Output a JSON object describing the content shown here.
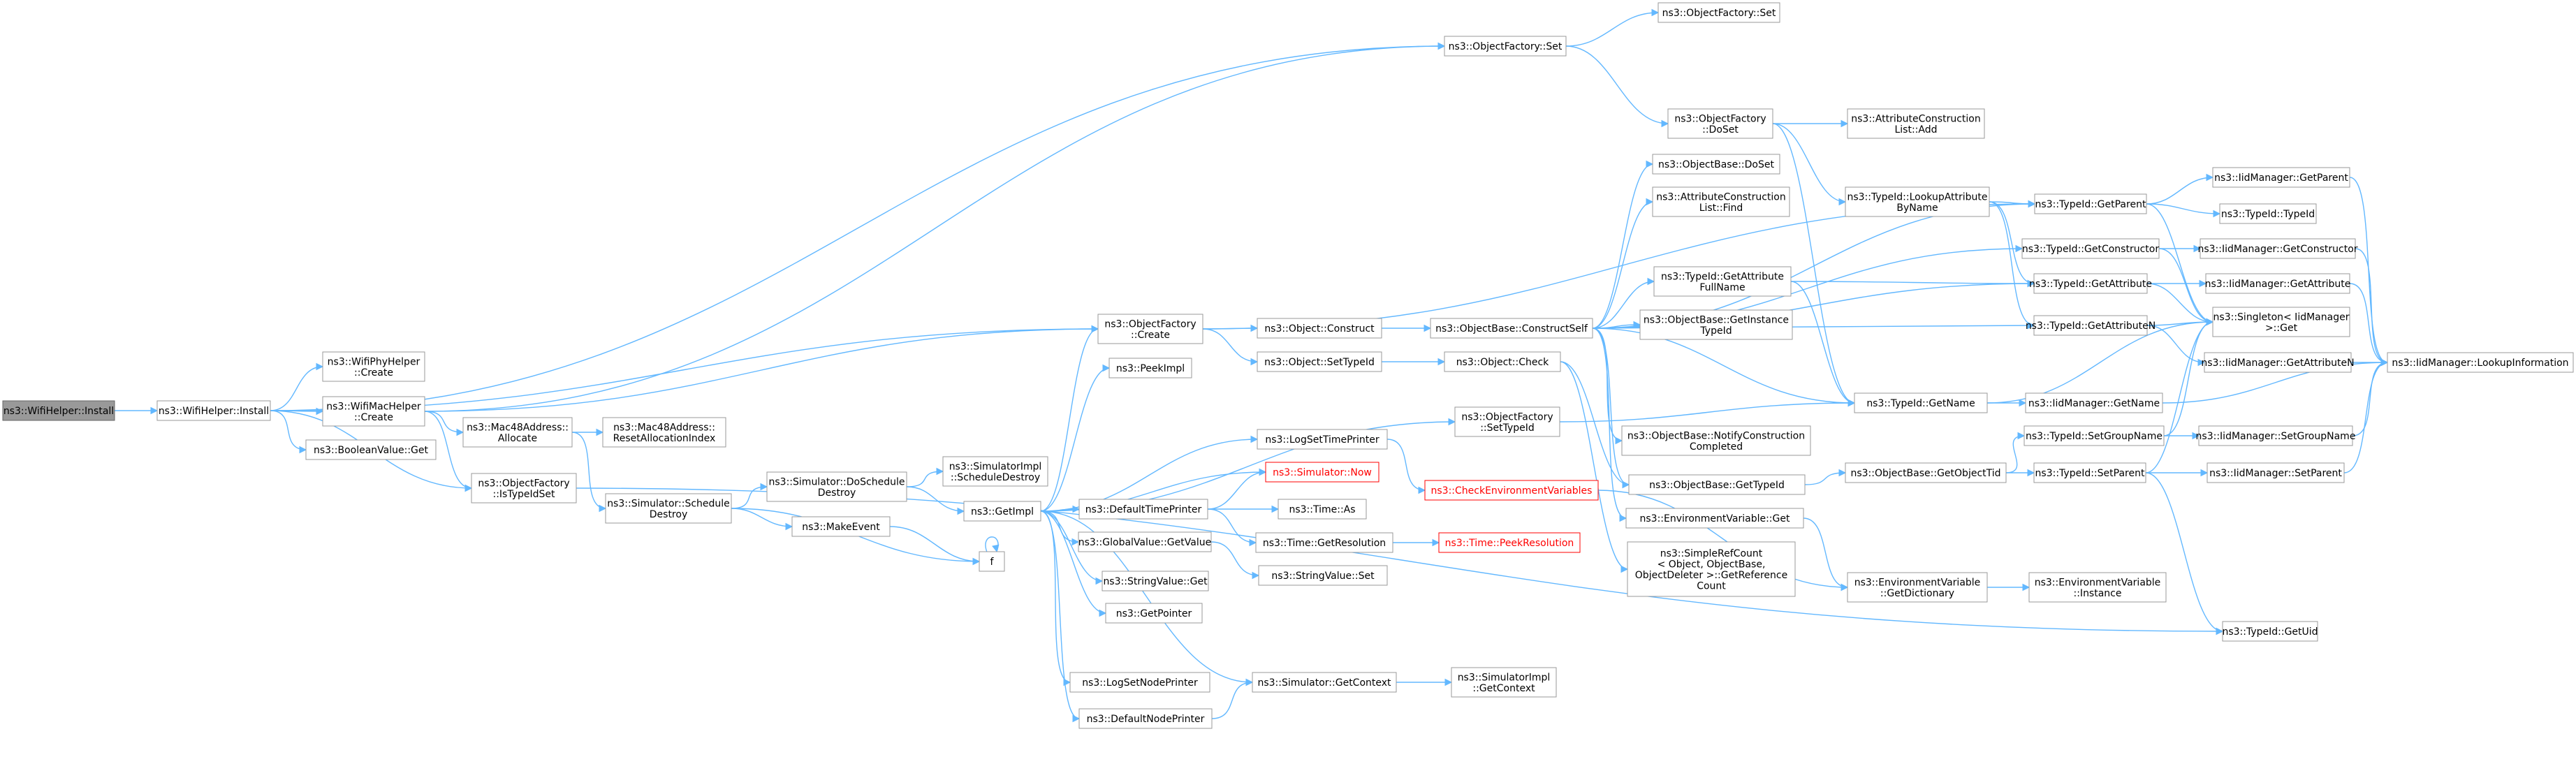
{
  "colors": {
    "edge": "#63b8ff",
    "node_border": "#999999",
    "root_fill": "#999999",
    "highlight": "#ff0000",
    "background": "#ffffff"
  },
  "nodes": [
    {
      "id": "install_helper",
      "lines": [
        "ns3::WifiHelper::Install"
      ],
      "style": "root"
    },
    {
      "id": "install",
      "lines": [
        "ns3::WifiHelper::Install"
      ]
    },
    {
      "id": "phy_create",
      "lines": [
        "ns3::WifiPhyHelper",
        "::Create"
      ]
    },
    {
      "id": "mac_create",
      "lines": [
        "ns3::WifiMacHelper",
        "::Create"
      ]
    },
    {
      "id": "bool_get",
      "lines": [
        "ns3::BooleanValue::Get"
      ]
    },
    {
      "id": "of_istypeidset",
      "lines": [
        "ns3::ObjectFactory",
        "::IsTypeIdSet"
      ]
    },
    {
      "id": "mac48_alloc",
      "lines": [
        "ns3::Mac48Address::",
        "Allocate"
      ]
    },
    {
      "id": "mac48_reset",
      "lines": [
        "ns3::Mac48Address::",
        "ResetAllocationIndex"
      ]
    },
    {
      "id": "sim_sched_destroy",
      "lines": [
        "ns3::Simulator::Schedule",
        "Destroy"
      ]
    },
    {
      "id": "sim_do_sched_destroy",
      "lines": [
        "ns3::Simulator::DoSchedule",
        "Destroy"
      ]
    },
    {
      "id": "make_event",
      "lines": [
        "ns3::MakeEvent"
      ]
    },
    {
      "id": "simimpl_sched_destroy",
      "lines": [
        "ns3::SimulatorImpl",
        "::ScheduleDestroy"
      ]
    },
    {
      "id": "getimpl",
      "lines": [
        "ns3::GetImpl"
      ]
    },
    {
      "id": "f",
      "lines": [
        "f"
      ]
    },
    {
      "id": "of_create",
      "lines": [
        "ns3::ObjectFactory",
        "::Create"
      ]
    },
    {
      "id": "peekimpl",
      "lines": [
        "ns3::PeekImpl"
      ]
    },
    {
      "id": "obj_construct",
      "lines": [
        "ns3::Object::Construct"
      ]
    },
    {
      "id": "obj_settypeid",
      "lines": [
        "ns3::Object::SetTypeId"
      ]
    },
    {
      "id": "obj_check",
      "lines": [
        "ns3::Object::Check"
      ]
    },
    {
      "id": "log_settimeprinter",
      "lines": [
        "ns3::LogSetTimePrinter"
      ]
    },
    {
      "id": "sim_now",
      "lines": [
        "ns3::Simulator::Now"
      ],
      "style": "red"
    },
    {
      "id": "default_timeprinter",
      "lines": [
        "ns3::DefaultTimePrinter"
      ]
    },
    {
      "id": "time_as",
      "lines": [
        "ns3::Time::As"
      ]
    },
    {
      "id": "time_getres",
      "lines": [
        "ns3::Time::GetResolution"
      ]
    },
    {
      "id": "time_peekres",
      "lines": [
        "ns3::Time::PeekResolution"
      ],
      "style": "red"
    },
    {
      "id": "gv_getvalue",
      "lines": [
        "ns3::GlobalValue::GetValue"
      ]
    },
    {
      "id": "sv_get",
      "lines": [
        "ns3::StringValue::Get"
      ]
    },
    {
      "id": "sv_set",
      "lines": [
        "ns3::StringValue::Set"
      ]
    },
    {
      "id": "getpointer",
      "lines": [
        "ns3::GetPointer"
      ]
    },
    {
      "id": "log_setnodeprinter",
      "lines": [
        "ns3::LogSetNodePrinter"
      ]
    },
    {
      "id": "sim_getcontext",
      "lines": [
        "ns3::Simulator::GetContext"
      ]
    },
    {
      "id": "simimpl_getcontext",
      "lines": [
        "ns3::SimulatorImpl",
        "::GetContext"
      ]
    },
    {
      "id": "default_nodeprinter",
      "lines": [
        "ns3::DefaultNodePrinter"
      ]
    },
    {
      "id": "of_set",
      "lines": [
        "ns3::ObjectFactory::Set"
      ]
    },
    {
      "id": "of_set2",
      "lines": [
        "ns3::ObjectFactory::Set"
      ]
    },
    {
      "id": "of_doset",
      "lines": [
        "ns3::ObjectFactory",
        "::DoSet"
      ]
    },
    {
      "id": "acl_add",
      "lines": [
        "ns3::AttributeConstruction",
        "List::Add"
      ]
    },
    {
      "id": "ob_doset",
      "lines": [
        "ns3::ObjectBase::DoSet"
      ]
    },
    {
      "id": "acl_find",
      "lines": [
        "ns3::AttributeConstruction",
        "List::Find"
      ]
    },
    {
      "id": "ob_constructself",
      "lines": [
        "ns3::ObjectBase::ConstructSelf"
      ]
    },
    {
      "id": "tid_getattrfullname",
      "lines": [
        "ns3::TypeId::GetAttribute",
        "FullName"
      ]
    },
    {
      "id": "ob_getinstancetid",
      "lines": [
        "ns3::ObjectBase::GetInstance",
        "TypeId"
      ]
    },
    {
      "id": "of_settypeid",
      "lines": [
        "ns3::ObjectFactory",
        "::SetTypeId"
      ]
    },
    {
      "id": "check_env",
      "lines": [
        "ns3::CheckEnvironmentVariables"
      ],
      "style": "red"
    },
    {
      "id": "ob_notify",
      "lines": [
        "ns3::ObjectBase::NotifyConstruction",
        "Completed"
      ]
    },
    {
      "id": "ob_gettypeid",
      "lines": [
        "ns3::ObjectBase::GetTypeId"
      ]
    },
    {
      "id": "env_get",
      "lines": [
        "ns3::EnvironmentVariable::Get"
      ]
    },
    {
      "id": "simplerefcount",
      "lines": [
        "ns3::SimpleRefCount",
        "< Object, ObjectBase,",
        "ObjectDeleter >::GetReference",
        "Count"
      ]
    },
    {
      "id": "tid_lookupattr",
      "lines": [
        "ns3::TypeId::LookupAttribute",
        "ByName"
      ]
    },
    {
      "id": "tid_getname",
      "lines": [
        "ns3::TypeId::GetName"
      ]
    },
    {
      "id": "ob_getobjecttid",
      "lines": [
        "ns3::ObjectBase::GetObjectTid"
      ]
    },
    {
      "id": "env_getdict",
      "lines": [
        "ns3::EnvironmentVariable",
        "::GetDictionary"
      ]
    },
    {
      "id": "env_instance",
      "lines": [
        "ns3::EnvironmentVariable",
        "::Instance"
      ]
    },
    {
      "id": "tid_getparent",
      "lines": [
        "ns3::TypeId::GetParent"
      ]
    },
    {
      "id": "tid_getconstructor",
      "lines": [
        "ns3::TypeId::GetConstructor"
      ]
    },
    {
      "id": "tid_getattribute",
      "lines": [
        "ns3::TypeId::GetAttribute"
      ]
    },
    {
      "id": "tid_getattributen",
      "lines": [
        "ns3::TypeId::GetAttributeN"
      ]
    },
    {
      "id": "tid_setgroupname",
      "lines": [
        "ns3::TypeId::SetGroupName"
      ]
    },
    {
      "id": "tid_setparent",
      "lines": [
        "ns3::TypeId::SetParent"
      ]
    },
    {
      "id": "tid_getuid",
      "lines": [
        "ns3::TypeId::GetUid"
      ]
    },
    {
      "id": "iid_getname",
      "lines": [
        "ns3::IidManager::GetName"
      ]
    },
    {
      "id": "singleton_get",
      "lines": [
        "ns3::Singleton< IidManager",
        ">::Get"
      ]
    },
    {
      "id": "iid_getparent",
      "lines": [
        "ns3::IidManager::GetParent"
      ]
    },
    {
      "id": "tid_typeid",
      "lines": [
        "ns3::TypeId::TypeId"
      ]
    },
    {
      "id": "iid_getconstructor",
      "lines": [
        "ns3::IidManager::GetConstructor"
      ]
    },
    {
      "id": "iid_getattribute",
      "lines": [
        "ns3::IidManager::GetAttribute"
      ]
    },
    {
      "id": "iid_getattributen",
      "lines": [
        "ns3::IidManager::GetAttributeN"
      ]
    },
    {
      "id": "iid_setgroupname",
      "lines": [
        "ns3::IidManager::SetGroupName"
      ]
    },
    {
      "id": "iid_setparent",
      "lines": [
        "ns3::IidManager::SetParent"
      ]
    },
    {
      "id": "iid_lookupinfo",
      "lines": [
        "ns3::IidManager::LookupInformation"
      ]
    }
  ],
  "edges": [
    [
      "install_helper",
      "install"
    ],
    [
      "install",
      "phy_create"
    ],
    [
      "install",
      "mac_create"
    ],
    [
      "install",
      "bool_get"
    ],
    [
      "install",
      "of_istypeidset"
    ],
    [
      "install",
      "of_create"
    ],
    [
      "install",
      "of_set"
    ],
    [
      "mac_create",
      "mac48_alloc"
    ],
    [
      "mac_create",
      "of_create"
    ],
    [
      "mac_create",
      "of_istypeidset"
    ],
    [
      "mac_create",
      "of_set"
    ],
    [
      "mac48_alloc",
      "mac48_reset"
    ],
    [
      "mac48_alloc",
      "sim_sched_destroy"
    ],
    [
      "sim_sched_destroy",
      "sim_do_sched_destroy"
    ],
    [
      "sim_sched_destroy",
      "make_event"
    ],
    [
      "sim_sched_destroy",
      "f"
    ],
    [
      "sim_do_sched_destroy",
      "simimpl_sched_destroy"
    ],
    [
      "sim_do_sched_destroy",
      "getimpl"
    ],
    [
      "make_event",
      "f"
    ],
    [
      "f",
      "f"
    ],
    [
      "getimpl",
      "of_create"
    ],
    [
      "getimpl",
      "peekimpl"
    ],
    [
      "getimpl",
      "of_settypeid"
    ],
    [
      "getimpl",
      "log_settimeprinter"
    ],
    [
      "getimpl",
      "sim_now"
    ],
    [
      "getimpl",
      "default_timeprinter"
    ],
    [
      "getimpl",
      "gv_getvalue"
    ],
    [
      "getimpl",
      "sv_get"
    ],
    [
      "getimpl",
      "getpointer"
    ],
    [
      "getimpl",
      "log_setnodeprinter"
    ],
    [
      "getimpl",
      "sim_getcontext"
    ],
    [
      "getimpl",
      "default_nodeprinter"
    ],
    [
      "of_istypeidset",
      "tid_getuid"
    ],
    [
      "of_create",
      "obj_construct"
    ],
    [
      "of_create",
      "obj_settypeid"
    ],
    [
      "of_create",
      "tid_getparent"
    ],
    [
      "obj_construct",
      "ob_constructself"
    ],
    [
      "obj_settypeid",
      "obj_check"
    ],
    [
      "obj_check",
      "ob_gettypeid"
    ],
    [
      "obj_check",
      "simplerefcount"
    ],
    [
      "log_settimeprinter",
      "check_env"
    ],
    [
      "default_timeprinter",
      "sim_now"
    ],
    [
      "default_timeprinter",
      "time_as"
    ],
    [
      "default_timeprinter",
      "time_getres"
    ],
    [
      "time_getres",
      "time_peekres"
    ],
    [
      "gv_getvalue",
      "sv_set"
    ],
    [
      "sim_getcontext",
      "simimpl_getcontext"
    ],
    [
      "default_nodeprinter",
      "sim_getcontext"
    ],
    [
      "of_set",
      "of_set2"
    ],
    [
      "of_set",
      "of_doset"
    ],
    [
      "of_doset",
      "acl_add"
    ],
    [
      "of_doset",
      "tid_lookupattr"
    ],
    [
      "of_doset",
      "tid_getname"
    ],
    [
      "ob_constructself",
      "ob_doset"
    ],
    [
      "ob_constructself",
      "acl_find"
    ],
    [
      "ob_constructself",
      "tid_getattrfullname"
    ],
    [
      "ob_constructself",
      "ob_getinstancetid"
    ],
    [
      "ob_constructself",
      "ob_notify"
    ],
    [
      "ob_constructself",
      "ob_gettypeid"
    ],
    [
      "ob_constructself",
      "env_get"
    ],
    [
      "ob_constructself",
      "tid_getname"
    ],
    [
      "ob_constructself",
      "tid_getattributen"
    ],
    [
      "ob_constructself",
      "tid_getattribute"
    ],
    [
      "ob_constructself",
      "tid_getparent"
    ],
    [
      "ob_constructself",
      "tid_getconstructor"
    ],
    [
      "tid_getattrfullname",
      "tid_getname"
    ],
    [
      "tid_getattrfullname",
      "tid_getattribute"
    ],
    [
      "of_settypeid",
      "tid_getname"
    ],
    [
      "check_env",
      "env_getdict"
    ],
    [
      "env_get",
      "env_getdict"
    ],
    [
      "tid_lookupattr",
      "tid_getparent"
    ],
    [
      "tid_lookupattr",
      "tid_getattribute"
    ],
    [
      "tid_lookupattr",
      "tid_getattributen"
    ],
    [
      "tid_getname",
      "iid_getname"
    ],
    [
      "tid_getname",
      "singleton_get"
    ],
    [
      "ob_gettypeid",
      "ob_getobjecttid"
    ],
    [
      "ob_getobjecttid",
      "tid_setgroupname"
    ],
    [
      "ob_getobjecttid",
      "tid_setparent"
    ],
    [
      "env_getdict",
      "env_instance"
    ],
    [
      "tid_getparent",
      "iid_getparent"
    ],
    [
      "tid_getparent",
      "tid_typeid"
    ],
    [
      "tid_getparent",
      "singleton_get"
    ],
    [
      "tid_getconstructor",
      "iid_getconstructor"
    ],
    [
      "tid_getconstructor",
      "singleton_get"
    ],
    [
      "tid_getattribute",
      "iid_getattribute"
    ],
    [
      "tid_getattribute",
      "singleton_get"
    ],
    [
      "tid_getattributen",
      "iid_getattributen"
    ],
    [
      "tid_getattributen",
      "singleton_get"
    ],
    [
      "tid_setgroupname",
      "iid_setgroupname"
    ],
    [
      "tid_setgroupname",
      "singleton_get"
    ],
    [
      "tid_setparent",
      "iid_setparent"
    ],
    [
      "tid_setparent",
      "tid_getuid"
    ],
    [
      "tid_setparent",
      "singleton_get"
    ],
    [
      "iid_getname",
      "iid_lookupinfo"
    ],
    [
      "iid_getparent",
      "iid_lookupinfo"
    ],
    [
      "iid_getconstructor",
      "iid_lookupinfo"
    ],
    [
      "iid_getattribute",
      "iid_lookupinfo"
    ],
    [
      "iid_getattributen",
      "iid_lookupinfo"
    ],
    [
      "iid_setgroupname",
      "iid_lookupinfo"
    ],
    [
      "iid_setparent",
      "iid_lookupinfo"
    ]
  ]
}
